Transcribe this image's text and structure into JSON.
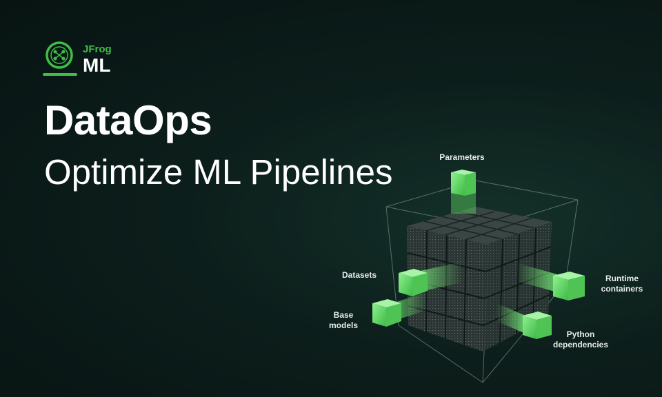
{
  "logo": {
    "brand": "JFrog",
    "product": "ML",
    "colors": {
      "accent": "#40be46"
    }
  },
  "headline": {
    "title": "DataOps",
    "subtitle": "Optimize ML Pipelines"
  },
  "diagram": {
    "labels": {
      "parameters": "Parameters",
      "datasets": "Datasets",
      "base_models": [
        "Base",
        "models"
      ],
      "runtime_containers": [
        "Runtime",
        "containers"
      ],
      "python_dependencies": [
        "Python",
        "dependencies"
      ]
    },
    "colors": {
      "cube": "#2f3b39",
      "highlight": "#6fdc72"
    }
  }
}
